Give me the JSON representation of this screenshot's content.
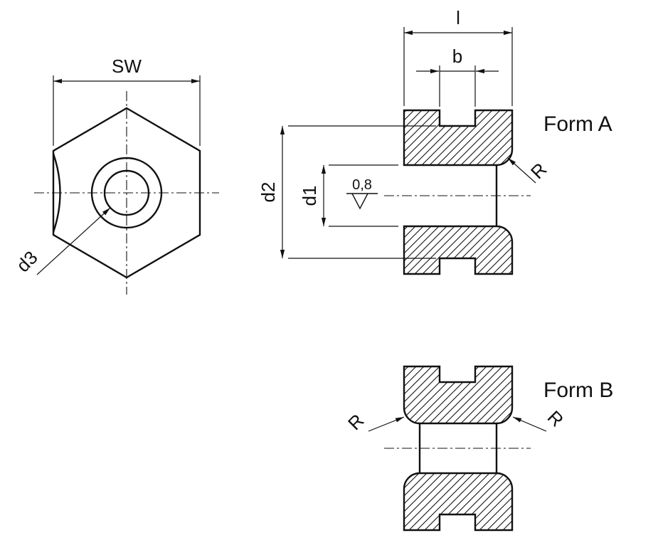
{
  "colors": {
    "ink": "#111111",
    "background": "#ffffff"
  },
  "front_view": {
    "dim_sw": "SW",
    "leader_d3": "d3"
  },
  "form_a": {
    "title": "Form A",
    "dim_l": "l",
    "dim_b": "b",
    "dim_d2": "d2",
    "dim_d1": "d1",
    "roughness": "0,8",
    "radius": "R"
  },
  "form_b": {
    "title": "Form B",
    "radius_left": "R",
    "radius_right": "R"
  }
}
